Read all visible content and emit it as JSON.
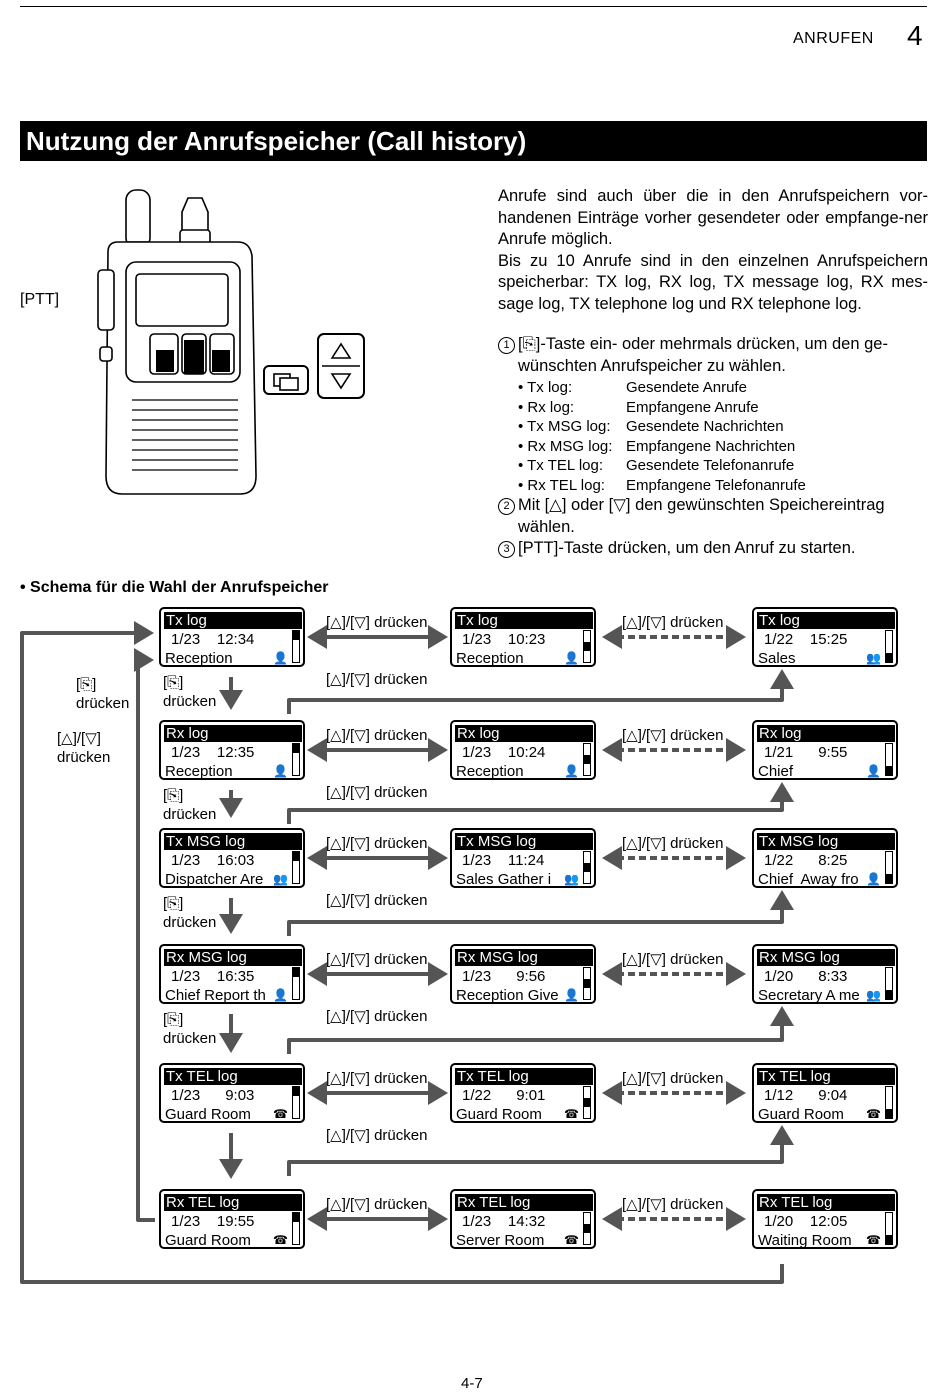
{
  "header": {
    "section": "ANRUFEN",
    "chapter": "4"
  },
  "title": "Nutzung der Anrufspeicher (Call history)",
  "ptt_label": "[PTT]",
  "intro": [
    "Anrufe sind auch über die in den Anrufspeichern vor-handenen Einträge vorher gesendeter oder empfange-ner Anrufe möglich.",
    "Bis zu 10 Anrufe sind in den einzelnen Anrufspeichern speicherbar: TX log, RX log, TX message log, RX mes-sage log, TX telephone log und RX telephone log."
  ],
  "steps": [
    {
      "num": "1",
      "text": "[⎘]-Taste ein- oder mehrmals drücken, um den ge-",
      "cont": "wünschten Anrufspeicher zu wählen."
    },
    {
      "num": "2",
      "text": "Mit [△] oder [▽] den gewünschten Speichereintrag",
      "cont": "wählen."
    },
    {
      "num": "3",
      "text": "[PTT]-Taste drücken, um den Anruf zu starten.",
      "cont": ""
    }
  ],
  "bullets": [
    {
      "k": "• Tx log:",
      "v": "Gesendete Anrufe"
    },
    {
      "k": "• Rx log:",
      "v": "Empfangene Anrufe"
    },
    {
      "k": "• Tx MSG log:",
      "v": "Gesendete Nachrichten"
    },
    {
      "k": "• Rx MSG log:",
      "v": "Empfangene Nachrichten"
    },
    {
      "k": "• Tx TEL log:",
      "v": "Gesendete Telefonanrufe"
    },
    {
      "k": "• Rx TEL log:",
      "v": "Empfangene Telefonanrufe"
    }
  ],
  "schema_title": "• Schema für die Wahl der Anrufspeicher",
  "labels": {
    "updown_press": "[△]/[▽] drücken",
    "mode_key": "[⎘]",
    "press": "drücken",
    "updown": "[△]/[▽]"
  },
  "displays": [
    [
      {
        "title": "Tx log",
        "date": "1/23    12:34",
        "name": "Reception",
        "icon": "👤",
        "scroll": 0
      },
      {
        "title": "Tx log",
        "date": "1/23    10:23",
        "name": "Reception",
        "icon": "👤",
        "scroll": 1
      },
      {
        "title": "Tx log",
        "date": "1/22    15:25",
        "name": "Sales",
        "icon": "👥",
        "scroll": 2
      }
    ],
    [
      {
        "title": "Rx log",
        "date": "1/23    12:35",
        "name": "Reception",
        "icon": "👤",
        "scroll": 0
      },
      {
        "title": "Rx log",
        "date": "1/23    10:24",
        "name": "Reception",
        "icon": "👤",
        "scroll": 1
      },
      {
        "title": "Rx log",
        "date": "1/21      9:55",
        "name": "Chief",
        "icon": "👤",
        "scroll": 2
      }
    ],
    [
      {
        "title": "Tx MSG log",
        "date": "1/23    16:03",
        "name": "Dispatcher Are",
        "icon": "👥",
        "scroll": 0
      },
      {
        "title": "Tx MSG log",
        "date": "1/23    11:24",
        "name": "Sales Gather i",
        "icon": "👥",
        "scroll": 1
      },
      {
        "title": "Tx MSG log",
        "date": "1/22      8:25",
        "name": "Chief  Away fro",
        "icon": "👤",
        "scroll": 2
      }
    ],
    [
      {
        "title": "Rx MSG log",
        "date": "1/23    16:35",
        "name": "Chief Report th",
        "icon": "👤",
        "scroll": 0
      },
      {
        "title": "Rx MSG log",
        "date": "1/23      9:56",
        "name": "Reception Give",
        "icon": "👤",
        "scroll": 1
      },
      {
        "title": "Rx MSG log",
        "date": "1/20      8:33",
        "name": "Secretary A me",
        "icon": "👥",
        "scroll": 2
      }
    ],
    [
      {
        "title": "Tx TEL log",
        "date": "1/23      9:03",
        "name": "Guard Room",
        "icon": "☎",
        "scroll": 0
      },
      {
        "title": "Tx TEL log",
        "date": "1/22      9:01",
        "name": "Guard Room",
        "icon": "☎",
        "scroll": 1
      },
      {
        "title": "Tx TEL log",
        "date": "1/12      9:04",
        "name": "Guard Room",
        "icon": "☎",
        "scroll": 2
      }
    ],
    [
      {
        "title": "Rx TEL log",
        "date": "1/23    19:55",
        "name": "Guard Room",
        "icon": "☎",
        "scroll": 0
      },
      {
        "title": "Rx TEL log",
        "date": "1/23    14:32",
        "name": "Server Room",
        "icon": "☎",
        "scroll": 1
      },
      {
        "title": "Rx TEL log",
        "date": "1/20    12:05",
        "name": "Waiting Room",
        "icon": "☎",
        "scroll": 2
      }
    ]
  ],
  "footer": "4-7"
}
